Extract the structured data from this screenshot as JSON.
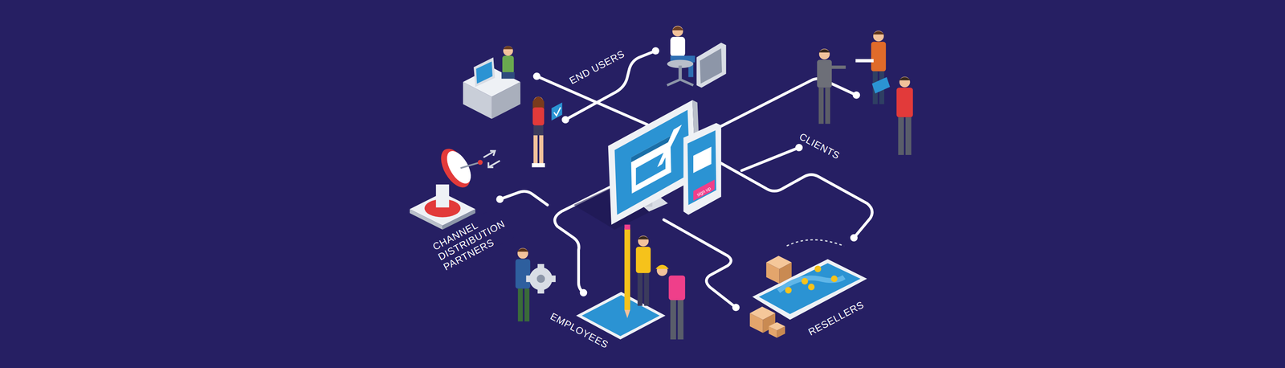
{
  "diagram": {
    "labels": [
      "END USERS",
      "CLIENTS",
      "CHANNEL DISTRIBUTION PARTNERS",
      "EMPLOYEES",
      "RESELLERS",
      "sign up"
    ]
  }
}
